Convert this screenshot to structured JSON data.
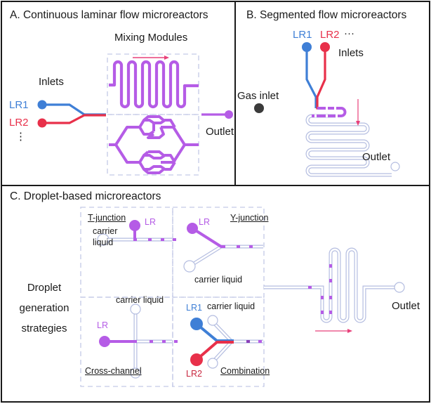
{
  "colors": {
    "lr1_blue": "#3f7fd6",
    "lr2_red": "#e8304a",
    "mix_purple": "#b55ce6",
    "flow_arrow_pink": "#e8407a",
    "channel_outline": "#b4bde0",
    "dashed_box": "#c3c9e6",
    "gas_dark": "#3b3b3b",
    "text": "#1a1a1a"
  },
  "panel_a": {
    "title": "A. Continuous laminar flow microreactors",
    "mixing_modules_label": "Mixing Modules",
    "inlets_label": "Inlets",
    "lr1_label": "LR1",
    "lr2_label": "LR2",
    "more_label": "⋮",
    "outlet_label": "Outlet",
    "modules": [
      "serpentine-mixer",
      "split-and-recombine-mixer"
    ]
  },
  "panel_b": {
    "title": "B. Segmented flow microreactors",
    "lr1_label": "LR1",
    "lr2_label": "LR2",
    "more_label": "···",
    "inlets_label": "Inlets",
    "gas_inlet_label": "Gas inlet",
    "outlet_label": "Outlet"
  },
  "panel_c": {
    "title": "C. Droplet-based microreactors",
    "strategies_label": [
      "Droplet",
      "generation",
      "strategies"
    ],
    "t_junction": {
      "name": "T-junction",
      "lr_label": "LR",
      "carrier_label": [
        "carrier",
        "liquid"
      ]
    },
    "y_junction": {
      "name": "Y-junction",
      "lr_label": "LR",
      "carrier_label": "carrier liquid"
    },
    "cross_channel": {
      "name": "Cross-channel",
      "lr_label": "LR",
      "carrier_label": "carrier liquid"
    },
    "combination": {
      "name": "Combination",
      "lr1_label": "LR1",
      "lr2_label": "LR2",
      "carrier_label": "carrier liquid"
    },
    "outlet_label": "Outlet"
  }
}
